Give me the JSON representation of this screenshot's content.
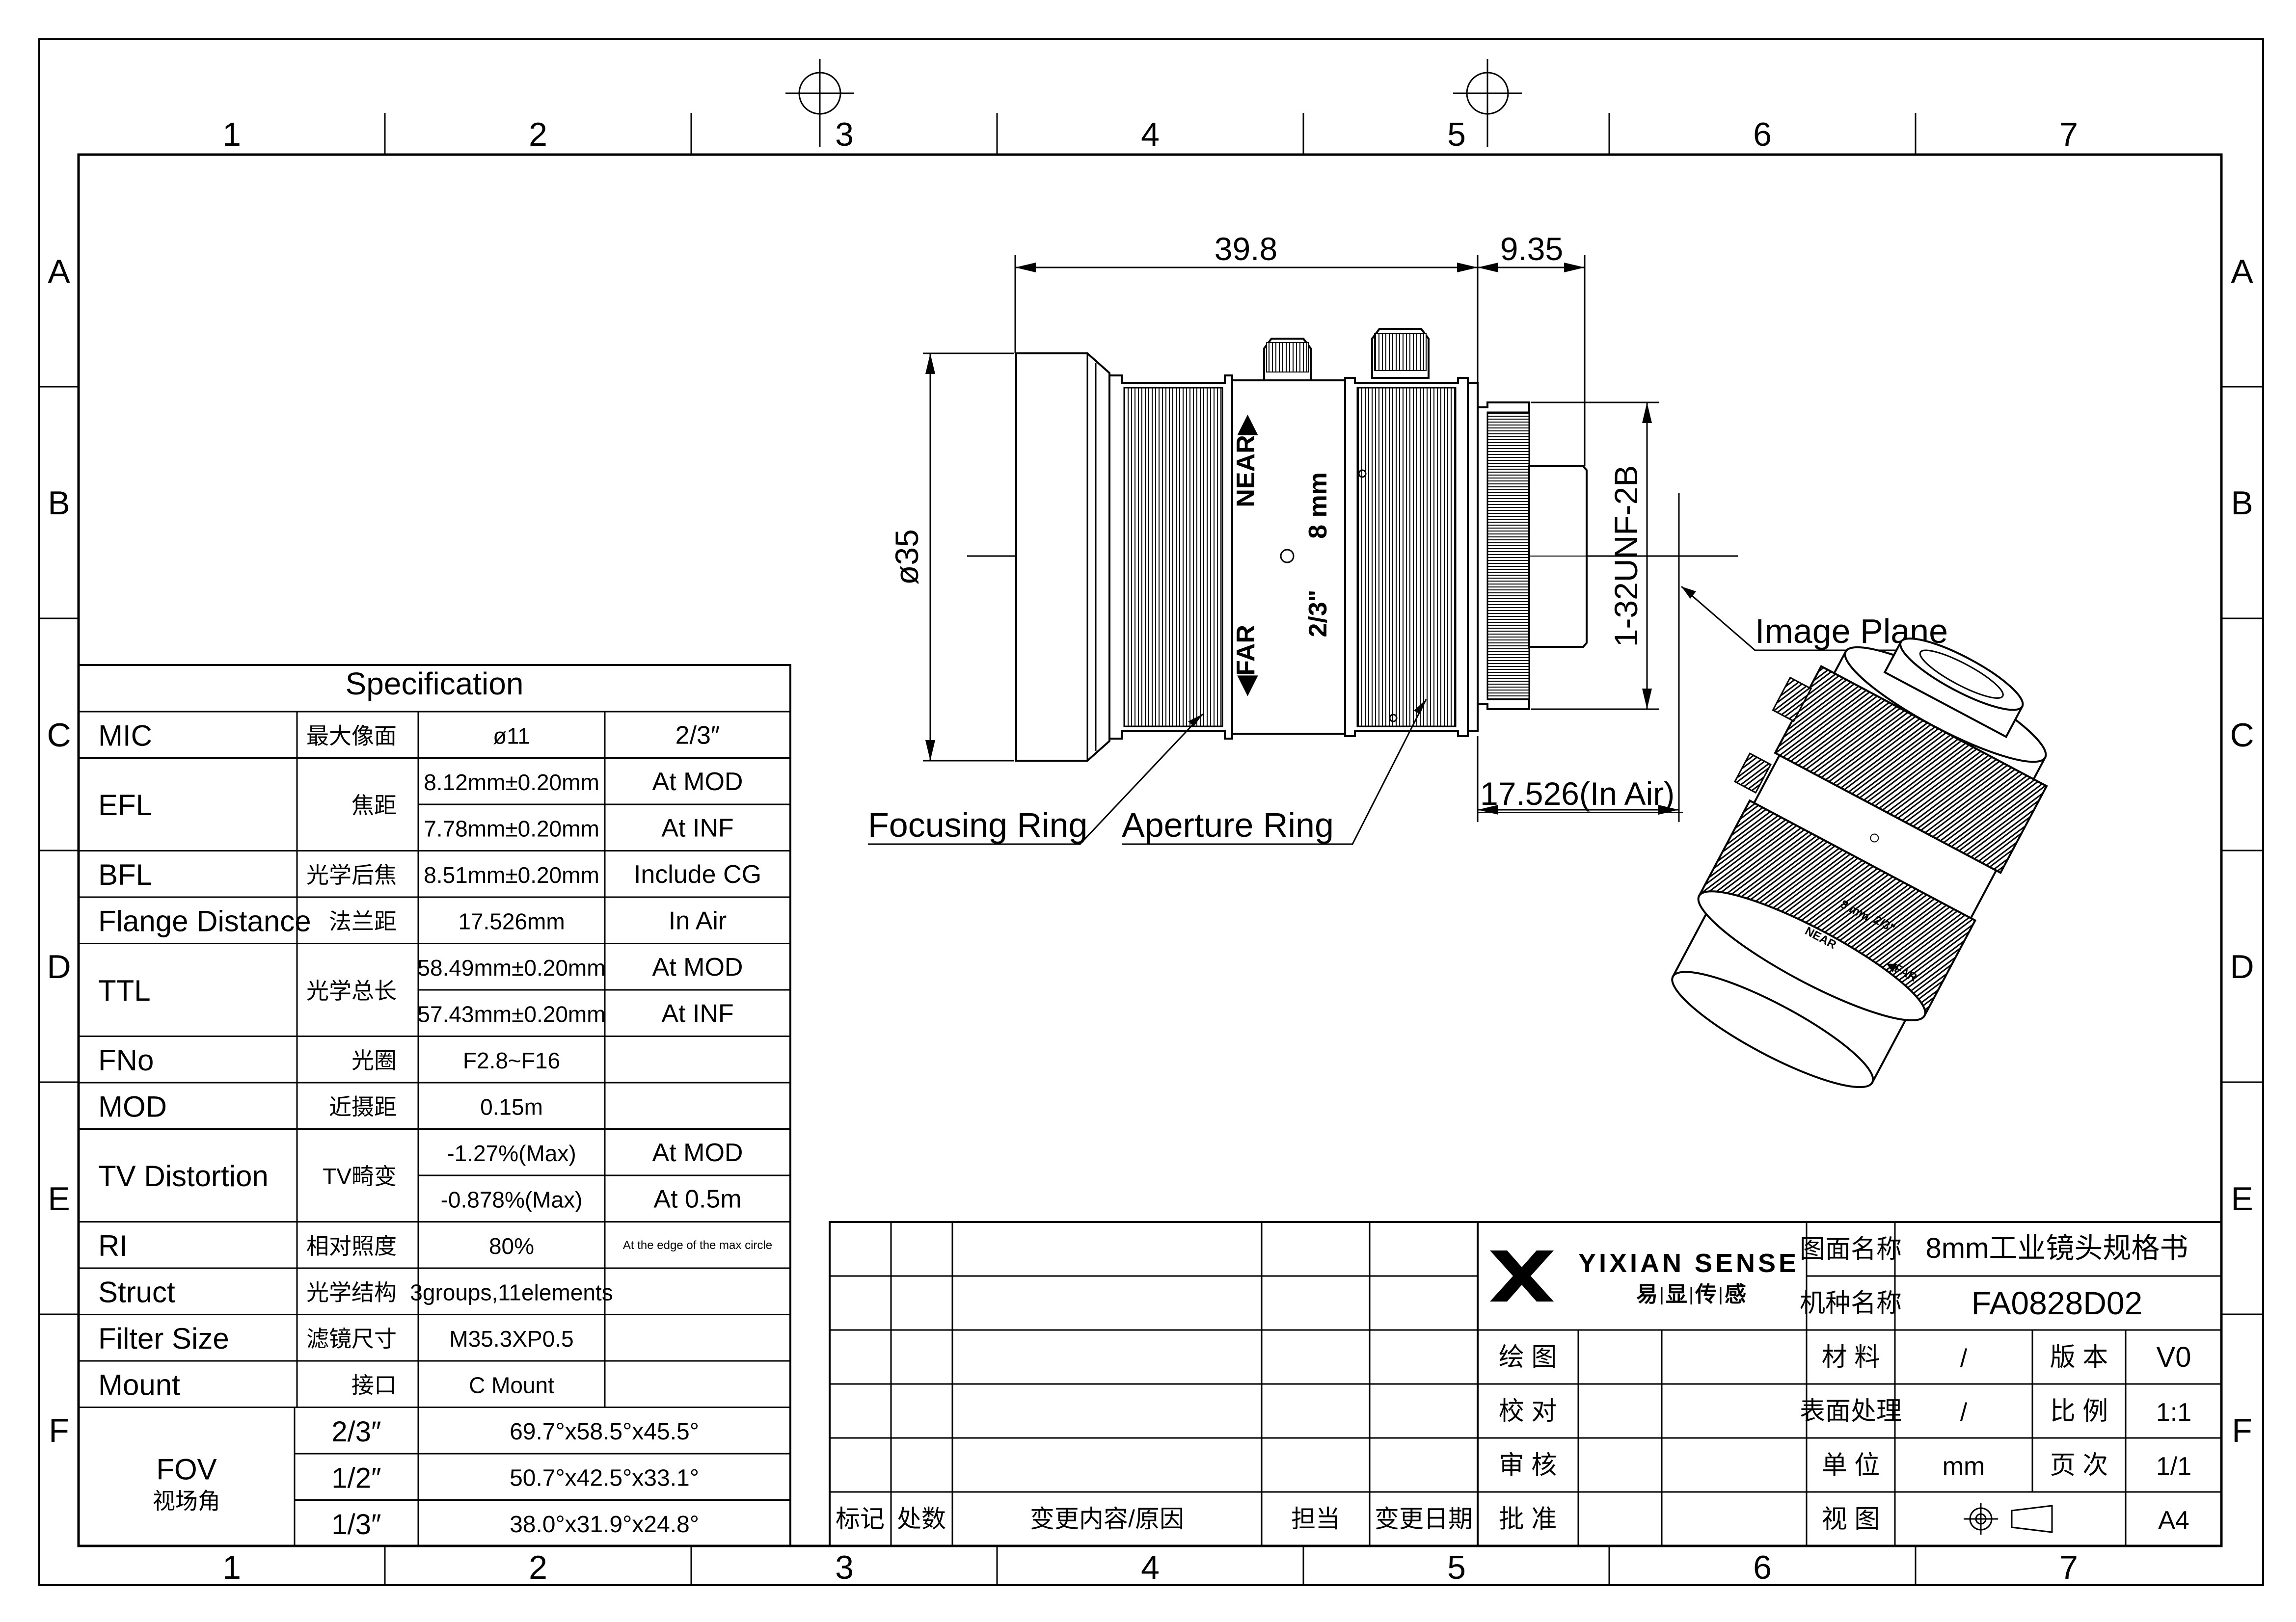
{
  "frame": {
    "columns": [
      "1",
      "2",
      "3",
      "4",
      "5",
      "6",
      "7"
    ],
    "rows": [
      "A",
      "B",
      "C",
      "D",
      "E",
      "F"
    ]
  },
  "dimensions": {
    "body_length": "39.8",
    "mount_length": "9.35",
    "outer_diameter": "ø35",
    "thread": "1-32UNF-2B",
    "flange_distance": "17.526(In Air)"
  },
  "callouts": {
    "image_plane": "Image Plane",
    "focusing_ring": "Focusing Ring",
    "aperture_ring": "Aperture Ring"
  },
  "lens_markings": {
    "near": "NEAR▶",
    "focal": "8 mm",
    "far": "◀FAR",
    "format": "2/3\""
  },
  "spec": {
    "title": "Specification",
    "rows": [
      {
        "name": "MIC",
        "cn": "最大像面",
        "vals": [
          [
            "ø11",
            "2/3″"
          ]
        ]
      },
      {
        "name": "EFL",
        "cn": "焦距",
        "vals": [
          [
            "8.12mm±0.20mm",
            "At MOD"
          ],
          [
            "7.78mm±0.20mm",
            "At INF"
          ]
        ]
      },
      {
        "name": "BFL",
        "cn": "光学后焦",
        "vals": [
          [
            "8.51mm±0.20mm",
            "Include CG"
          ]
        ]
      },
      {
        "name": "Flange Distance",
        "cn": "法兰距",
        "vals": [
          [
            "17.526mm",
            "In Air"
          ]
        ]
      },
      {
        "name": "TTL",
        "cn": "光学总长",
        "vals": [
          [
            "58.49mm±0.20mm",
            "At MOD"
          ],
          [
            "57.43mm±0.20mm",
            "At INF"
          ]
        ]
      },
      {
        "name": "FNo",
        "cn": "光圈",
        "vals": [
          [
            "F2.8~F16",
            ""
          ]
        ]
      },
      {
        "name": "MOD",
        "cn": "近摄距",
        "vals": [
          [
            "0.15m",
            ""
          ]
        ]
      },
      {
        "name": "TV Distortion",
        "cn": "TV畸变",
        "vals": [
          [
            "-1.27%(Max)",
            "At MOD"
          ],
          [
            "-0.878%(Max)",
            "At 0.5m"
          ]
        ]
      },
      {
        "name": "RI",
        "cn": "相对照度",
        "vals": [
          [
            "80%",
            "At the edge of the max circle"
          ]
        ]
      },
      {
        "name": "Struct",
        "cn": "光学结构",
        "vals": [
          [
            "3groups,11elements",
            ""
          ]
        ]
      },
      {
        "name": "Filter Size",
        "cn": "滤镜尺寸",
        "vals": [
          [
            "M35.3XP0.5",
            ""
          ]
        ]
      },
      {
        "name": "Mount",
        "cn": "接口",
        "vals": [
          [
            "C Mount",
            ""
          ]
        ]
      }
    ],
    "fov": {
      "name": "FOV",
      "cn": "视场角",
      "rows": [
        [
          "2/3″",
          "69.7°x58.5°x45.5°"
        ],
        [
          "1/2″",
          "50.7°x42.5°x33.1°"
        ],
        [
          "1/3″",
          "38.0°x31.9°x24.8°"
        ]
      ]
    }
  },
  "revision_table": {
    "headers": [
      "标记",
      "处数",
      "变更内容/原因",
      "担当",
      "变更日期"
    ]
  },
  "title_block": {
    "company": "YIXIAN SENSE",
    "company_cn": [
      "易",
      "显",
      "传",
      "感"
    ],
    "drawing_name_label": "图面名称",
    "drawing_name": "8mm工业镜头规格书",
    "model_label": "机种名称",
    "model": "FA0828D02",
    "signoffs": [
      "绘 图",
      "校 对",
      "审 核",
      "批 准"
    ],
    "material_label": "材 料",
    "material": "/",
    "version_label": "版 本",
    "version": "V0",
    "finish_label": "表面处理",
    "finish": "/",
    "scale_label": "比 例",
    "scale": "1:1",
    "unit_label": "单 位",
    "unit": "mm",
    "page_label": "页 次",
    "page": "1/1",
    "view_label": "视 图",
    "paper": "A4"
  },
  "iso_markings": {
    "near": "NEAR",
    "focal": "8 mm",
    "format": "2/3\"",
    "far": "◀FAR"
  }
}
